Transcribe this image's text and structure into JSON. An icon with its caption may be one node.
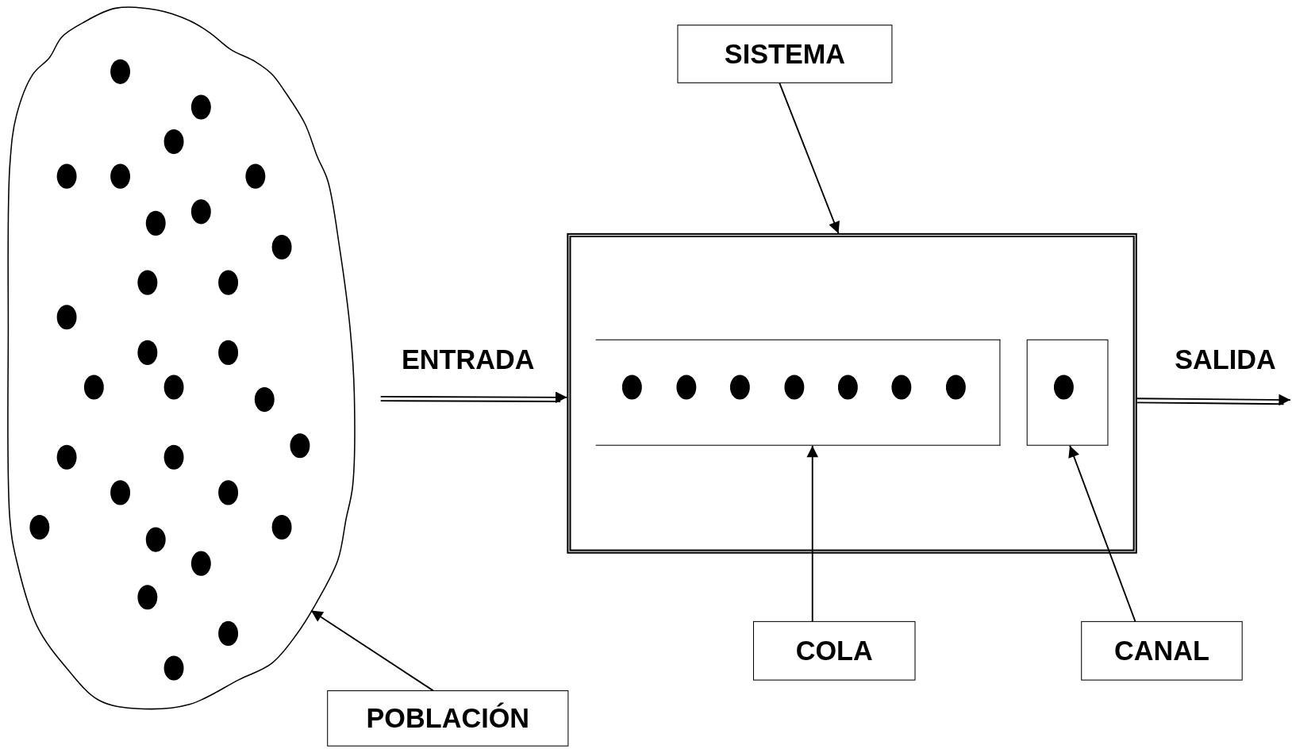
{
  "diagram": {
    "nodes": [
      {
        "text": [],
        "shape": "cloud"
      },
      {
        "text": [
          "POBLACIÓN"
        ]
      },
      {
        "text": [
          "SISTEMA"
        ]
      },
      {
        "text": [],
        "shape": "box"
      },
      {
        "text": [],
        "shape": "box",
        "in": 3
      },
      {
        "text": [],
        "shape": "box",
        "in": 3
      },
      {
        "text": [
          "COLA"
        ]
      },
      {
        "text": [
          "CANAL"
        ]
      }
    ],
    "edges": [
      {
        "from": 2,
        "to": 3,
        "arrow": "to"
      },
      {
        "from": null,
        "to": 3,
        "arrow": "to",
        "label": "ENTRADA"
      },
      {
        "from": 3,
        "to": null,
        "arrow": "to",
        "label": "SALIDA"
      },
      {
        "from": 6,
        "to": 4,
        "arrow": "to"
      },
      {
        "from": 7,
        "to": 5,
        "arrow": "to"
      },
      {
        "from": 1,
        "to": 0,
        "arrow": "to"
      }
    ]
  }
}
